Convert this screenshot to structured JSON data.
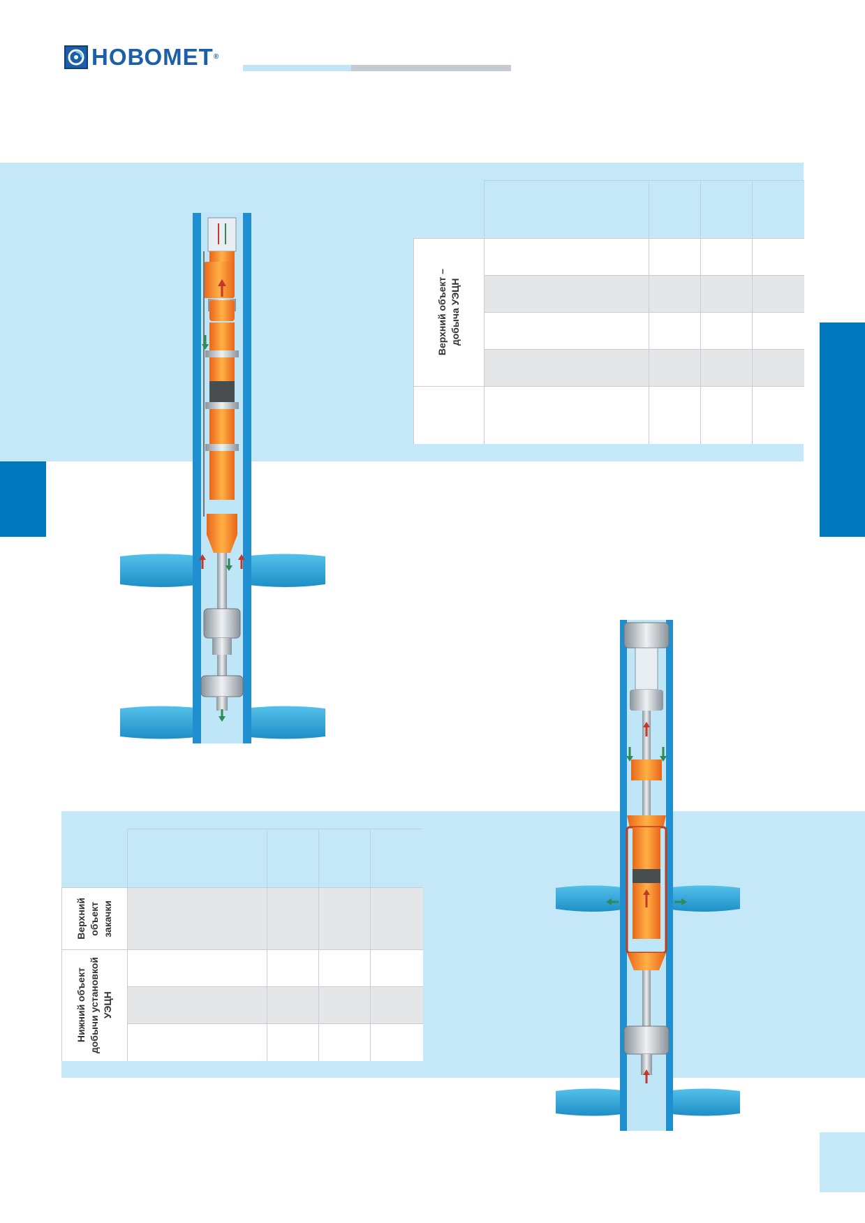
{
  "brand": {
    "name": "НОВОМЕТ",
    "registered_mark": "®",
    "colors": {
      "primary": "#1a5fa8",
      "accent_blue": "#0078be",
      "light_band": "#c5e8f8",
      "equipment_orange": "#f07d1a",
      "water": "#3aa9d8"
    }
  },
  "top_table": {
    "group_labels": [
      "Верхний объект –\nдобыча УЭЦН",
      ""
    ]
  },
  "bottom_table": {
    "group_labels": [
      "Верхний\nобъект\nзакачки",
      "Нижний объект\nдобычи установкой\nУЭЦН"
    ]
  },
  "icons": [
    "logo-icon",
    "flow-arrow-up-icon",
    "flow-arrow-down-icon"
  ]
}
